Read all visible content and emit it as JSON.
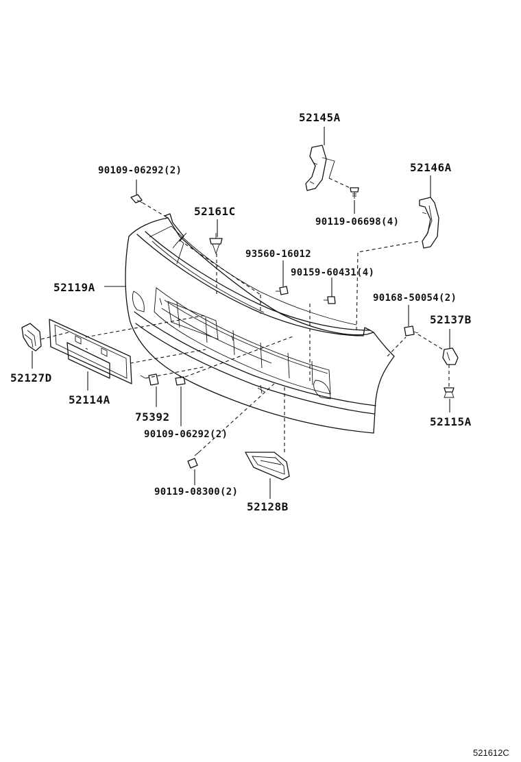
{
  "diagram": {
    "reference": "521612C",
    "labels": {
      "p52145A": "52145A",
      "p52146A": "52146A",
      "p90109_top": "90109-06292(2)",
      "p52161C": "52161C",
      "p90119_06698": "90119-06698(4)",
      "p93560": "93560-16012",
      "p90159": "90159-60431(4)",
      "p52119A": "52119A",
      "p90168": "90168-50054(2)",
      "p52137B": "52137B",
      "p52127D": "52127D",
      "p52114A": "52114A",
      "p75392": "75392",
      "p90109_bottom": "90109-06292(2)",
      "p52115A": "52115A",
      "p90119_08300": "90119-08300(2)",
      "p52128B": "52128B"
    }
  }
}
